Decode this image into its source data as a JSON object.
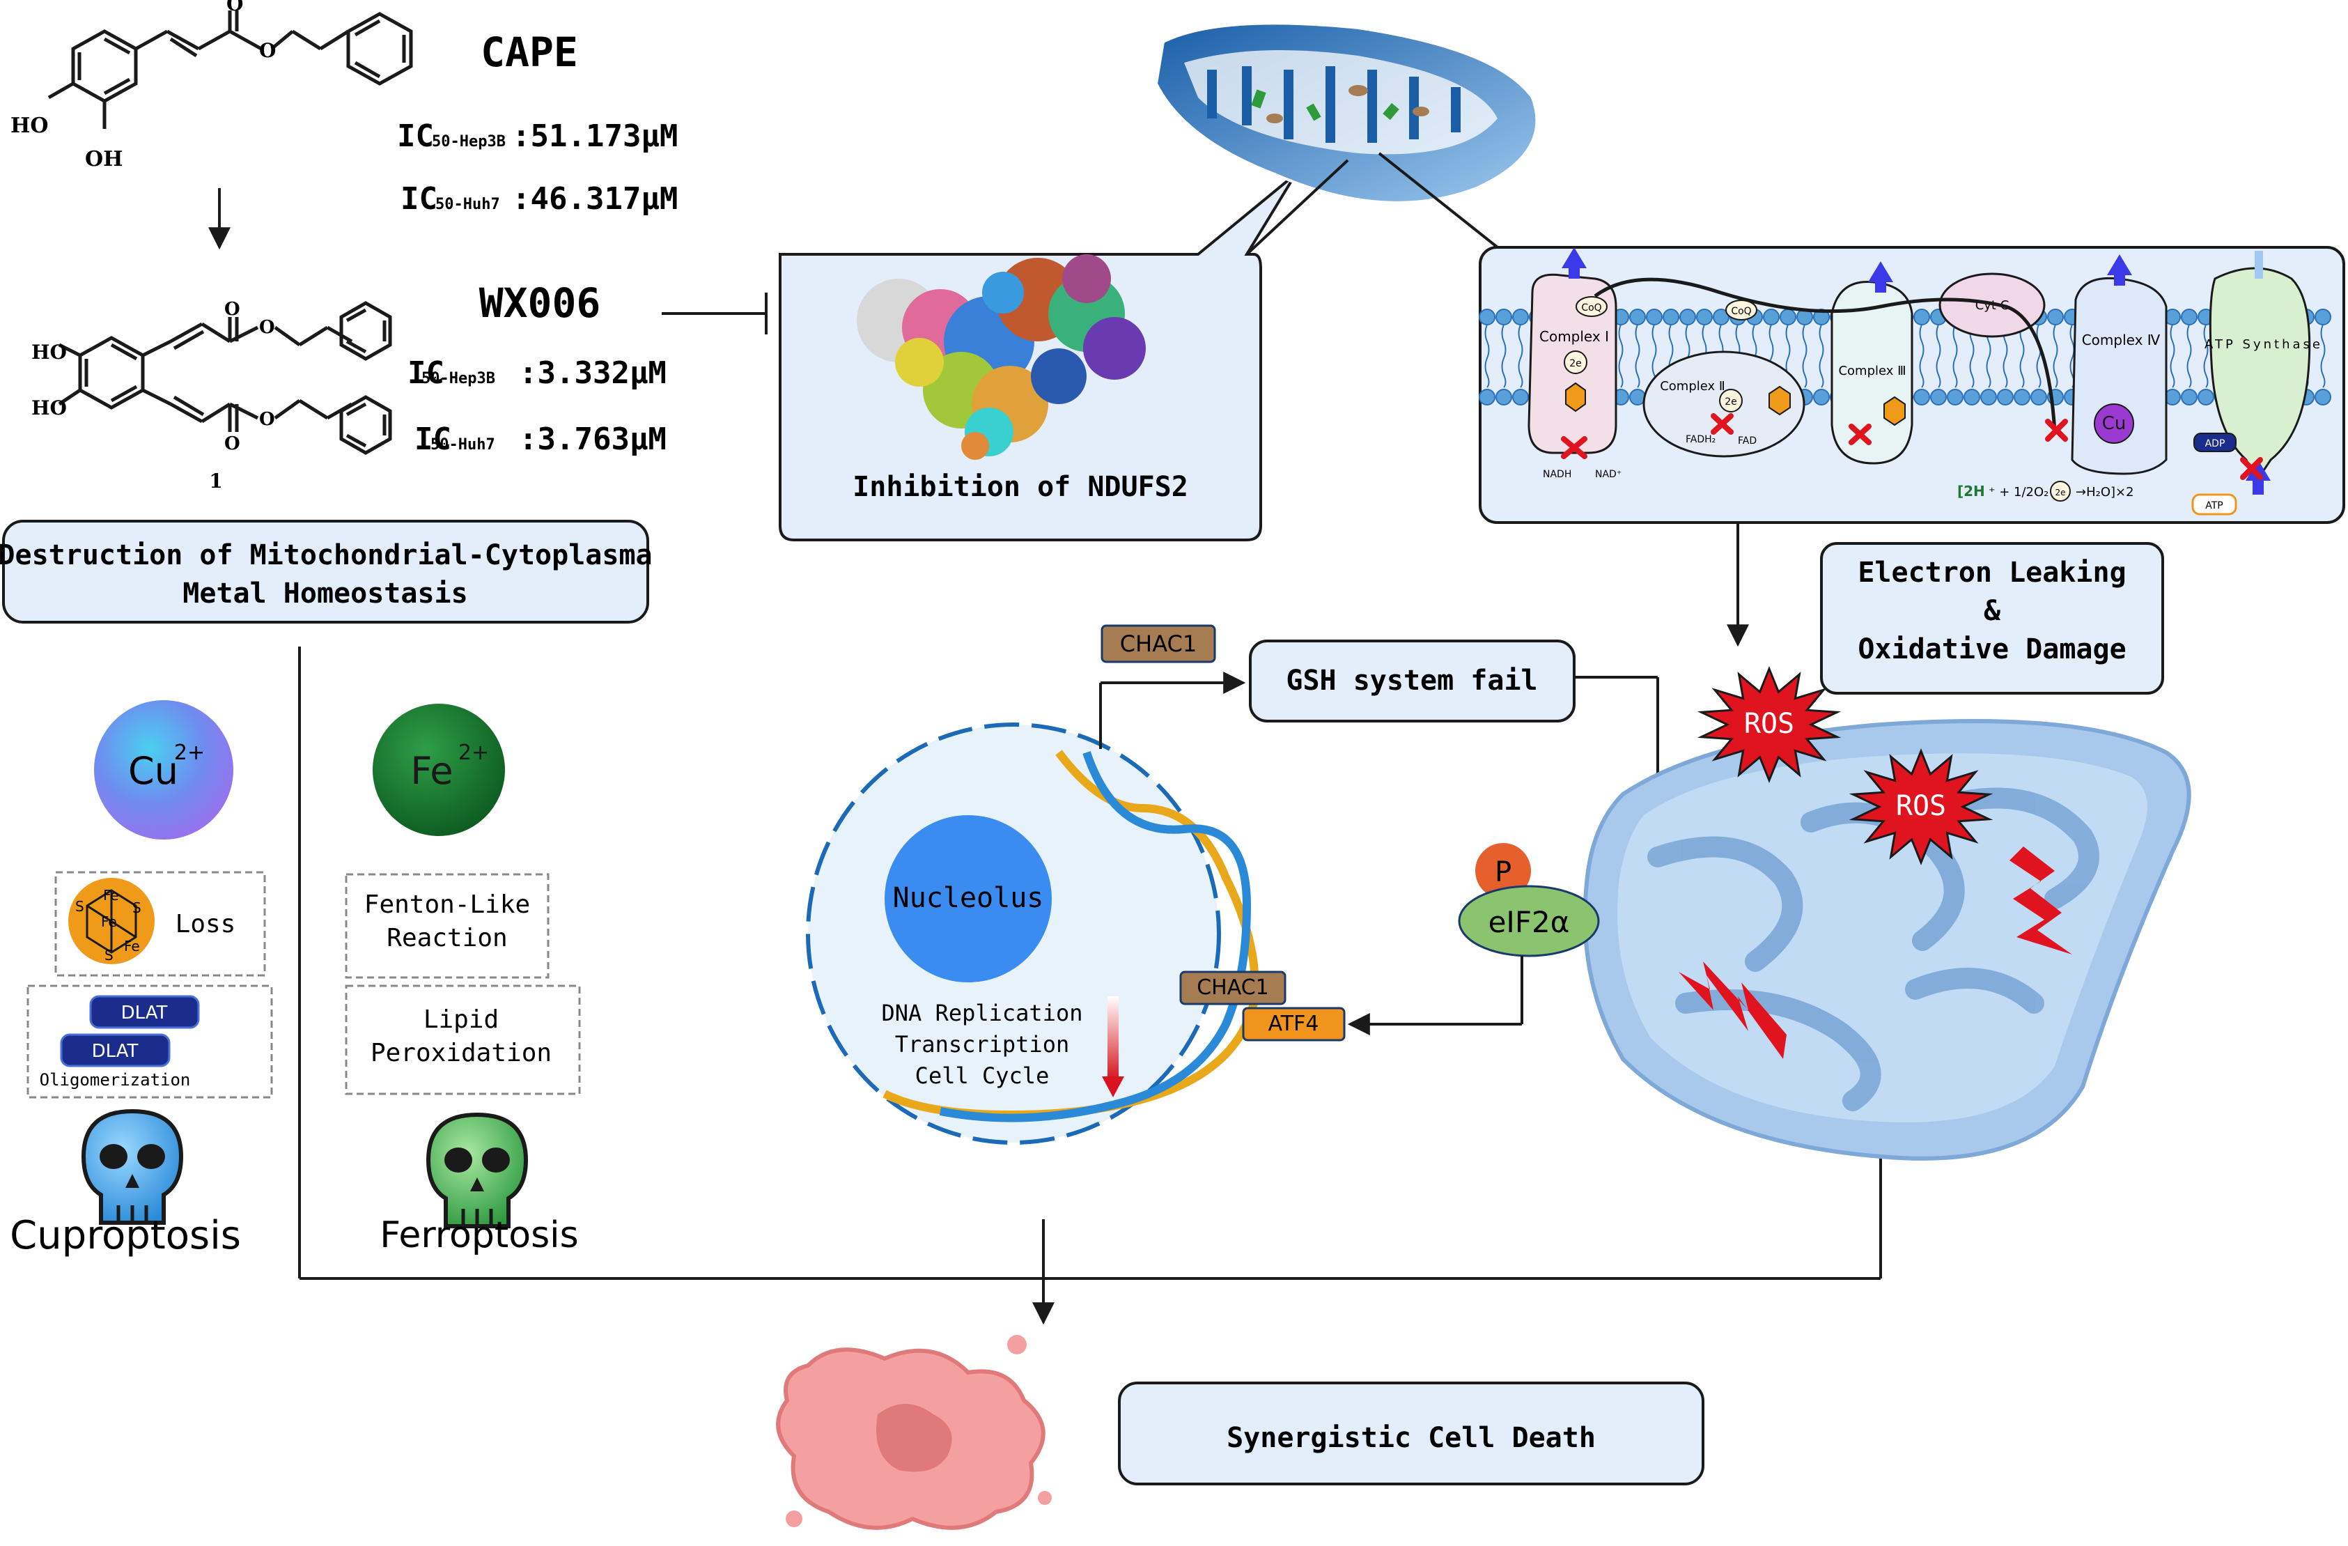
{
  "compounds": {
    "cape": {
      "name": "CAPE",
      "ic50_hep3b": {
        "prefix": "IC",
        "sub": "50-Hep3B",
        "value": ":51.173μM"
      },
      "ic50_huh7": {
        "prefix": "IC",
        "sub": "50-Huh7",
        "value": ":46.317μM"
      },
      "atoms": {
        "oh1": "HO",
        "oh2": "OH",
        "o1": "O",
        "o2": "O"
      }
    },
    "wx006": {
      "name": "WX006",
      "ic50_hep3b": {
        "prefix": "IC",
        "sub": "50-Hep3B",
        "value": ":3.332μM"
      },
      "ic50_huh7": {
        "prefix": "IC",
        "sub": "50-Huh7",
        "value": ":3.763μM"
      },
      "label": "1",
      "atoms": {
        "ho1": "HO",
        "ho2": "HO",
        "o1": "O",
        "o2": "O",
        "o3": "O",
        "o4": "O"
      }
    }
  },
  "ndufs2_box": {
    "label": "Inhibition of NDUFS2"
  },
  "etc": {
    "complex1": "Complex Ⅰ",
    "complex2": "Complex Ⅱ",
    "complex3": "Complex Ⅲ",
    "complex4": "Complex Ⅳ",
    "atp_synthase": "ATP Synthase",
    "coq1": "CoQ",
    "coq2": "CoQ",
    "cytc": "Cyt C",
    "nadh": "NADH",
    "nad": "NAD⁺",
    "fadh2": "FADH₂",
    "fad": "FAD",
    "e2a": "2e",
    "e2b": "2e",
    "e2c": "2e",
    "cu": "Cu",
    "adp": "ADP",
    "atp": "ATP",
    "equation_2h": "[2H",
    "equation_rest": "⁺ + 1/2O₂ +",
    "equation_water": "→H₂O]×2"
  },
  "electron_box": {
    "line1": "Electron Leaking",
    "line2": "&",
    "line3": "Oxidative Damage"
  },
  "metal_box": {
    "line1": "Destruction of Mitochondrial-Cytoplasma",
    "line2": "Metal Homeostasis"
  },
  "cuproptosis": {
    "ion": "Cu",
    "charge": "2+",
    "fes_loss": "Loss",
    "fes_atoms": {
      "fe1": "Fe",
      "fe2": "Fe",
      "fe3": "Fe",
      "s1": "S",
      "s2": "S",
      "s3": "S"
    },
    "dlat1": "DLAT",
    "dlat2": "DLAT",
    "oligomerization": "Oligomerization",
    "label": "Cuproptosis"
  },
  "ferroptosis": {
    "ion": "Fe",
    "charge": "2+",
    "fenton_line1": "Fenton-Like",
    "fenton_line2": "Reaction",
    "lipid_line1": "Lipid",
    "lipid_line2": "Peroxidation",
    "label": "Ferroptosis"
  },
  "nucleus": {
    "nucleolus": "Nucleolus",
    "line1": "DNA Replication",
    "line2": "Transcription",
    "line3": "Cell Cycle",
    "chac1": "CHAC1",
    "atf4": "ATF4"
  },
  "chac1_top": "CHAC1",
  "gsh": "GSH system fail",
  "p_label": "P",
  "eif2a": "eIF2α",
  "ros1": "ROS",
  "ros2": "ROS",
  "cell_death": "Synergistic Cell Death",
  "colors": {
    "box_fill": "#e4eefb",
    "box_stroke": "#1a1a1a",
    "membrane": "#5aa0d8",
    "mito_body": "#a8c8ec",
    "ros": "#e0141e",
    "chac1": "#a67c52",
    "atf4": "#f0941e",
    "eif2a": "#8cc36e",
    "p": "#e5602c",
    "dlat": "#1a2c8c",
    "fe_ion": "#1a7a30",
    "cu_ion": "#7a8cf0",
    "nucleolus": "#3a8cf0"
  }
}
